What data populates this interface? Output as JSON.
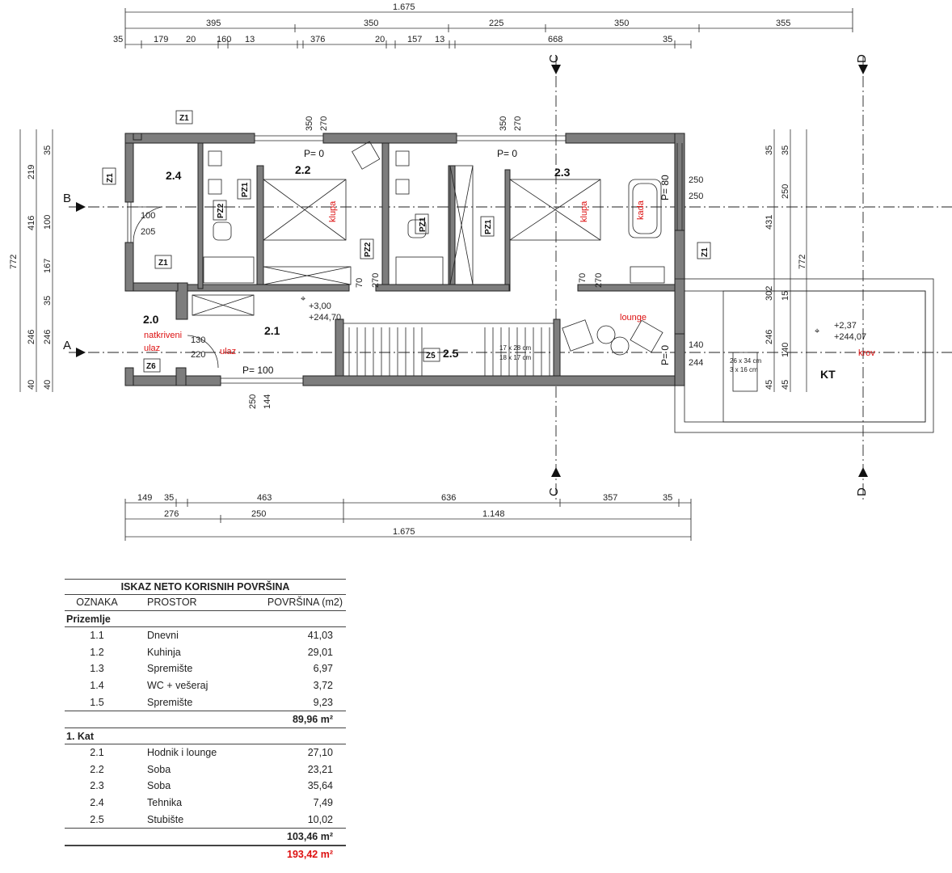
{
  "dims": {
    "top_total": "1.675",
    "top_row1": [
      "395",
      "350",
      "225",
      "350",
      "355"
    ],
    "top_row2": [
      "35",
      "179",
      "20",
      "160",
      "13",
      "376",
      "20",
      "157",
      "13",
      "668",
      "35"
    ],
    "left_outer": "772",
    "left_mid": [
      "219",
      "416",
      "246",
      "40"
    ],
    "left_inner": [
      "35",
      "100",
      "167",
      "35",
      "246",
      "40"
    ],
    "bottom_row1": [
      "149",
      "35",
      "463",
      "636",
      "357",
      "35"
    ],
    "bottom_row2": [
      "276",
      "250",
      "1.148"
    ],
    "bottom_total": "1.675",
    "right_outer": "772",
    "right_mid": [
      "35",
      "431",
      "302",
      "246",
      "45"
    ],
    "right_inner": [
      "250",
      "15",
      "140",
      "45"
    ],
    "window_top_a": [
      "350",
      "270"
    ],
    "window_top_b": [
      "350",
      "270"
    ],
    "window_bottom": [
      "250",
      "144"
    ],
    "window_right": [
      "250",
      "250"
    ],
    "window_right2": [
      "140",
      "244"
    ],
    "door_a": [
      "100",
      "205"
    ],
    "door_b": [
      "130",
      "220"
    ],
    "door_c": [
      "70",
      "270"
    ],
    "door_d": [
      "70",
      "270"
    ]
  },
  "sections": {
    "a": "A",
    "b": "B",
    "c": "C",
    "d": "D"
  },
  "rooms": {
    "r20": "2.0",
    "r21": "2.1",
    "r22": "2.2",
    "r23": "2.3",
    "r24": "2.4",
    "r25": "2.5",
    "kt": "KT"
  },
  "labels": {
    "p0_a": "P= 0",
    "p0_b": "P= 0",
    "p80": "P= 80",
    "p0_c": "P= 0",
    "p100": "P= 100",
    "level_1a": "+3,00",
    "level_1b": "+244,70",
    "level_2a": "+2,37",
    "level_2b": "+244,07",
    "stair_1": "17 x 28 cm",
    "stair_2": "18 x 17 cm",
    "skylight_1": "26 x 34 cm",
    "skylight_2": "3 x 16 cm"
  },
  "red_labels": {
    "natkriveni": "natkriveni",
    "ulaz1": "ulaz",
    "ulaz2": "ulaz",
    "klupa1": "klupa",
    "klupa2": "klupa",
    "kada": "kada",
    "lounge": "lounge",
    "krov": "krov"
  },
  "tags": {
    "z1_a": "Z1",
    "z1_b": "Z1",
    "z1_c": "Z1",
    "z1_d": "Z1",
    "z5": "Z5",
    "z6": "Z6",
    "pz1_a": "PZ1",
    "pz1_b": "PZ1",
    "pz1_c": "PZ1",
    "pz2_a": "PZ2",
    "pz2_b": "PZ2"
  },
  "table": {
    "title": "ISKAZ NETO KORISNIH POVRŠINA",
    "headers": [
      "OZNAKA",
      "PROSTOR",
      "POVRŠINA (m2)"
    ],
    "sections": [
      {
        "name": "Prizemlje",
        "rows": [
          [
            "1.1",
            "Dnevni",
            "41,03"
          ],
          [
            "1.2",
            "Kuhinja",
            "29,01"
          ],
          [
            "1.3",
            "Spremište",
            "6,97"
          ],
          [
            "1.4",
            "WC + vešeraj",
            "3,72"
          ],
          [
            "1.5",
            "Spremište",
            "9,23"
          ]
        ],
        "subtotal": "89,96 m²"
      },
      {
        "name": "1. Kat",
        "rows": [
          [
            "2.1",
            "Hodnik i lounge",
            "27,10"
          ],
          [
            "2.2",
            "Soba",
            "23,21"
          ],
          [
            "2.3",
            "Soba",
            "35,64"
          ],
          [
            "2.4",
            "Tehnika",
            "7,49"
          ],
          [
            "2.5",
            "Stubište",
            "10,02"
          ]
        ],
        "subtotal": "103,46 m²"
      }
    ],
    "total": "193,42 m²"
  },
  "colors": {
    "wall": "#7d7d7d",
    "accent_red": "#dd1111",
    "line": "#222222"
  }
}
